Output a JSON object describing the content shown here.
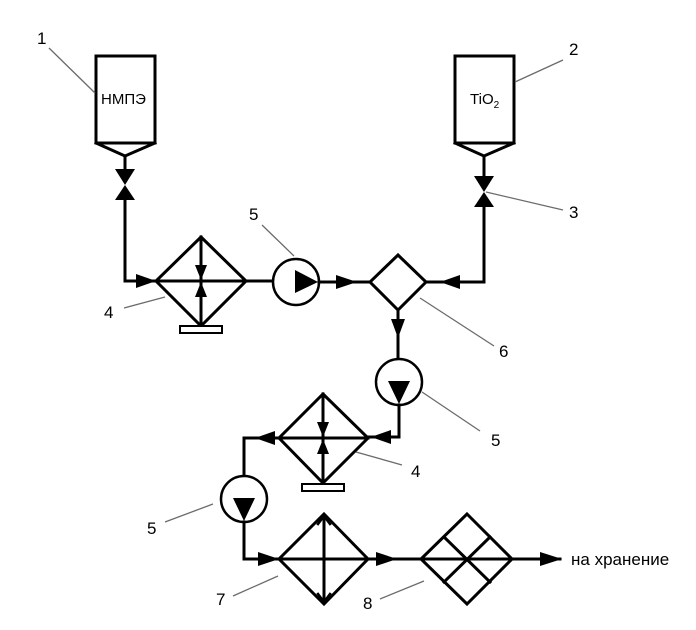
{
  "diagram": {
    "type": "process-flow-scheme",
    "components": [
      {
        "id": "1",
        "label": "1",
        "text": "НМПЭ",
        "kind": "hopper"
      },
      {
        "id": "2",
        "label": "2",
        "text": "TiO",
        "subscript": "2",
        "kind": "hopper"
      },
      {
        "id": "3",
        "label": "3",
        "kind": "valve"
      },
      {
        "id": "4a",
        "label": "4",
        "kind": "heat-exchanger"
      },
      {
        "id": "4b",
        "label": "4",
        "kind": "heat-exchanger"
      },
      {
        "id": "5a",
        "label": "5",
        "kind": "pump"
      },
      {
        "id": "5b",
        "label": "5",
        "kind": "pump"
      },
      {
        "id": "5c",
        "label": "5",
        "kind": "pump"
      },
      {
        "id": "6",
        "label": "6",
        "kind": "mixer"
      },
      {
        "id": "7",
        "label": "7",
        "kind": "apparatus"
      },
      {
        "id": "8",
        "label": "8",
        "kind": "apparatus"
      }
    ],
    "output_text": "на хранение",
    "line_color": "#000000",
    "leader_color": "#6b6b6b"
  }
}
